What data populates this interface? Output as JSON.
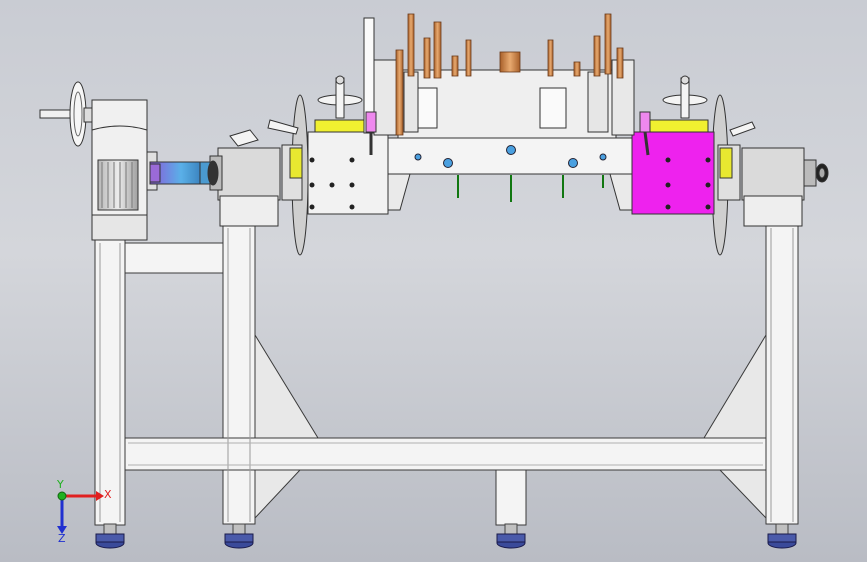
{
  "viewport": {
    "background_top": "#c9ccd3",
    "background_bottom": "#b9bcc4"
  },
  "triad": {
    "x_label": "X",
    "y_label": "Y",
    "z_label": "Z",
    "x_color": "#e02020",
    "y_color": "#20b020",
    "z_color": "#2030d0"
  },
  "colors": {
    "frame": "#f2f2f2",
    "frame_edge": "#3a3a3a",
    "housing": "#d8d8d8",
    "magenta_block": "#ee22ee",
    "yellow_plate": "#f0f030",
    "copper_pin": "#c8824a",
    "blue_shaft": "#4aa0d8",
    "green_rod": "#22aa22",
    "foot": "#3a4a9a"
  },
  "icons": {
    "handwheel": "handwheel-icon",
    "gear_motor": "gear-motor-icon",
    "bearing_block": "bearing-block-icon"
  }
}
